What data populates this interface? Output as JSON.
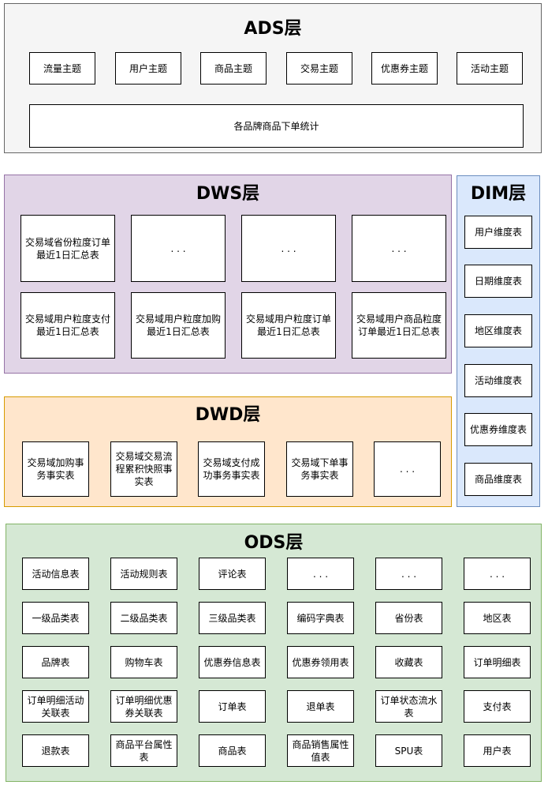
{
  "ads": {
    "title": "ADS层",
    "topics": [
      "流量主题",
      "用户主题",
      "商品主题",
      "交易主题",
      "优惠券主题",
      "活动主题"
    ],
    "stat": "各品牌商品下单统计"
  },
  "dws": {
    "title": "DWS层",
    "tables": [
      "交易域省份粒度订单最近1日汇总表",
      ". . .",
      ". . .",
      ". . .",
      "交易域用户粒度支付最近1日汇总表",
      "交易域用户粒度加购最近1日汇总表",
      "交易域用户粒度订单最近1日汇总表",
      "交易域用户商品粒度订单最近1日汇总表"
    ]
  },
  "dwd": {
    "title": "DWD层",
    "tables": [
      "交易域加购事务事实表",
      "交易域交易流程累积快照事实表",
      "交易域支付成功事务事实表",
      "交易域下单事务事实表",
      ". . ."
    ]
  },
  "dim": {
    "title": "DIM层",
    "tables": [
      "用户维度表",
      "日期维度表",
      "地区维度表",
      "活动维度表",
      "优惠券维度表",
      "商品维度表"
    ]
  },
  "ods": {
    "title": "ODS层",
    "tables": [
      "活动信息表",
      "活动规则表",
      "评论表",
      ". . .",
      ". . .",
      ". . .",
      "一级品类表",
      "二级品类表",
      "三级品类表",
      "编码字典表",
      "省份表",
      "地区表",
      "品牌表",
      "购物车表",
      "优惠券信息表",
      "优惠券领用表",
      "收藏表",
      "订单明细表",
      "订单明细活动关联表",
      "订单明细优惠券关联表",
      "订单表",
      "退单表",
      "订单状态流水表",
      "支付表",
      "退款表",
      "商品平台属性表",
      "商品表",
      "商品销售属性值表",
      "SPU表",
      "用户表"
    ]
  }
}
